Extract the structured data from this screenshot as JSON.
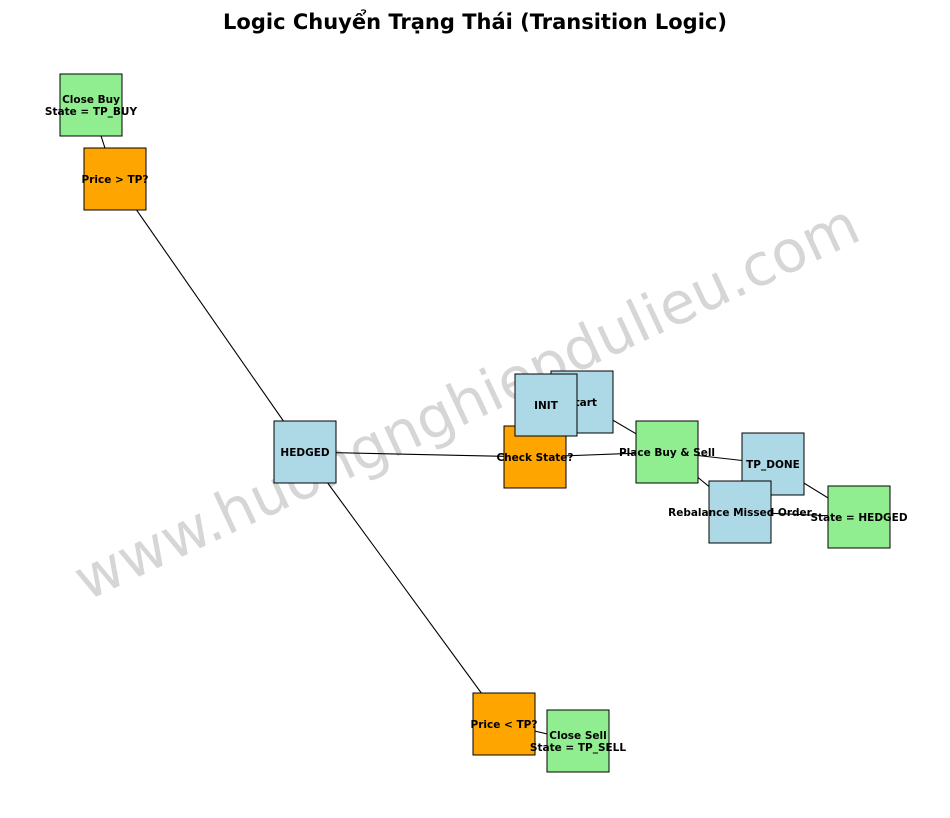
{
  "title": "Logic Chuyển Trạng Thái (Transition Logic)",
  "watermark": "www.huongnghiepdulieu.com",
  "colors": {
    "state": "#add8e6",
    "decision": "#ffa500",
    "action": "#90ee90"
  },
  "nodes": {
    "close_buy": {
      "lines": [
        "Close Buy",
        "State = TP_BUY"
      ],
      "kind": "action"
    },
    "price_gt_tp": {
      "lines": [
        "Price > TP?"
      ],
      "kind": "decision"
    },
    "hedged": {
      "lines": [
        "HEDGED"
      ],
      "kind": "state"
    },
    "init": {
      "lines": [
        "INIT"
      ],
      "kind": "state"
    },
    "start": {
      "lines": [
        "Start"
      ],
      "kind": "state"
    },
    "check_state": {
      "lines": [
        "Check State?"
      ],
      "kind": "decision"
    },
    "place_buy_sell": {
      "lines": [
        "Place Buy & Sell"
      ],
      "kind": "action"
    },
    "tp_done": {
      "lines": [
        "TP_DONE"
      ],
      "kind": "state"
    },
    "rebalance": {
      "lines": [
        "Rebalance Missed Order"
      ],
      "kind": "state"
    },
    "state_hedged": {
      "lines": [
        "State = HEDGED"
      ],
      "kind": "action"
    },
    "price_lt_tp": {
      "lines": [
        "Price < TP?"
      ],
      "kind": "decision"
    },
    "close_sell": {
      "lines": [
        "Close Sell",
        "State = TP_SELL"
      ],
      "kind": "action"
    }
  },
  "edges": [
    [
      "close_buy",
      "price_gt_tp"
    ],
    [
      "price_gt_tp",
      "hedged"
    ],
    [
      "hedged",
      "check_state"
    ],
    [
      "hedged",
      "price_lt_tp"
    ],
    [
      "price_lt_tp",
      "close_sell"
    ],
    [
      "start",
      "place_buy_sell"
    ],
    [
      "check_state",
      "place_buy_sell"
    ],
    [
      "place_buy_sell",
      "tp_done"
    ],
    [
      "place_buy_sell",
      "rebalance"
    ],
    [
      "tp_done",
      "state_hedged"
    ],
    [
      "rebalance",
      "state_hedged"
    ]
  ]
}
